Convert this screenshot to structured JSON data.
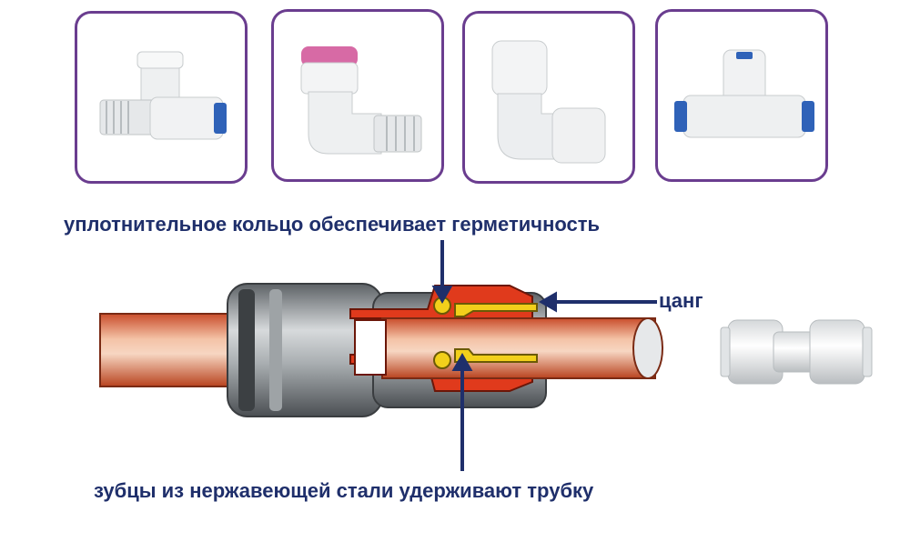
{
  "labels": {
    "seal_ring": "уплотнительное кольцо обеспечивает герметичность",
    "collet": "цанг",
    "teeth": "зубцы из нержавеющей стали удерживают трубку"
  },
  "colors": {
    "frame": "#6a3d8f",
    "label_text": "#1f2f6b",
    "pipe_copper": "#d9643f",
    "cutaway_red": "#e03a1c",
    "collet_yellow": "#f2d01b",
    "fitting_gray": "#8f9599"
  },
  "thumbnails": [
    {
      "icon": "tee-threaded-fitting-icon"
    },
    {
      "icon": "elbow-threaded-fitting-icon"
    },
    {
      "icon": "elbow-fitting-icon"
    },
    {
      "icon": "tee-fitting-icon"
    }
  ]
}
